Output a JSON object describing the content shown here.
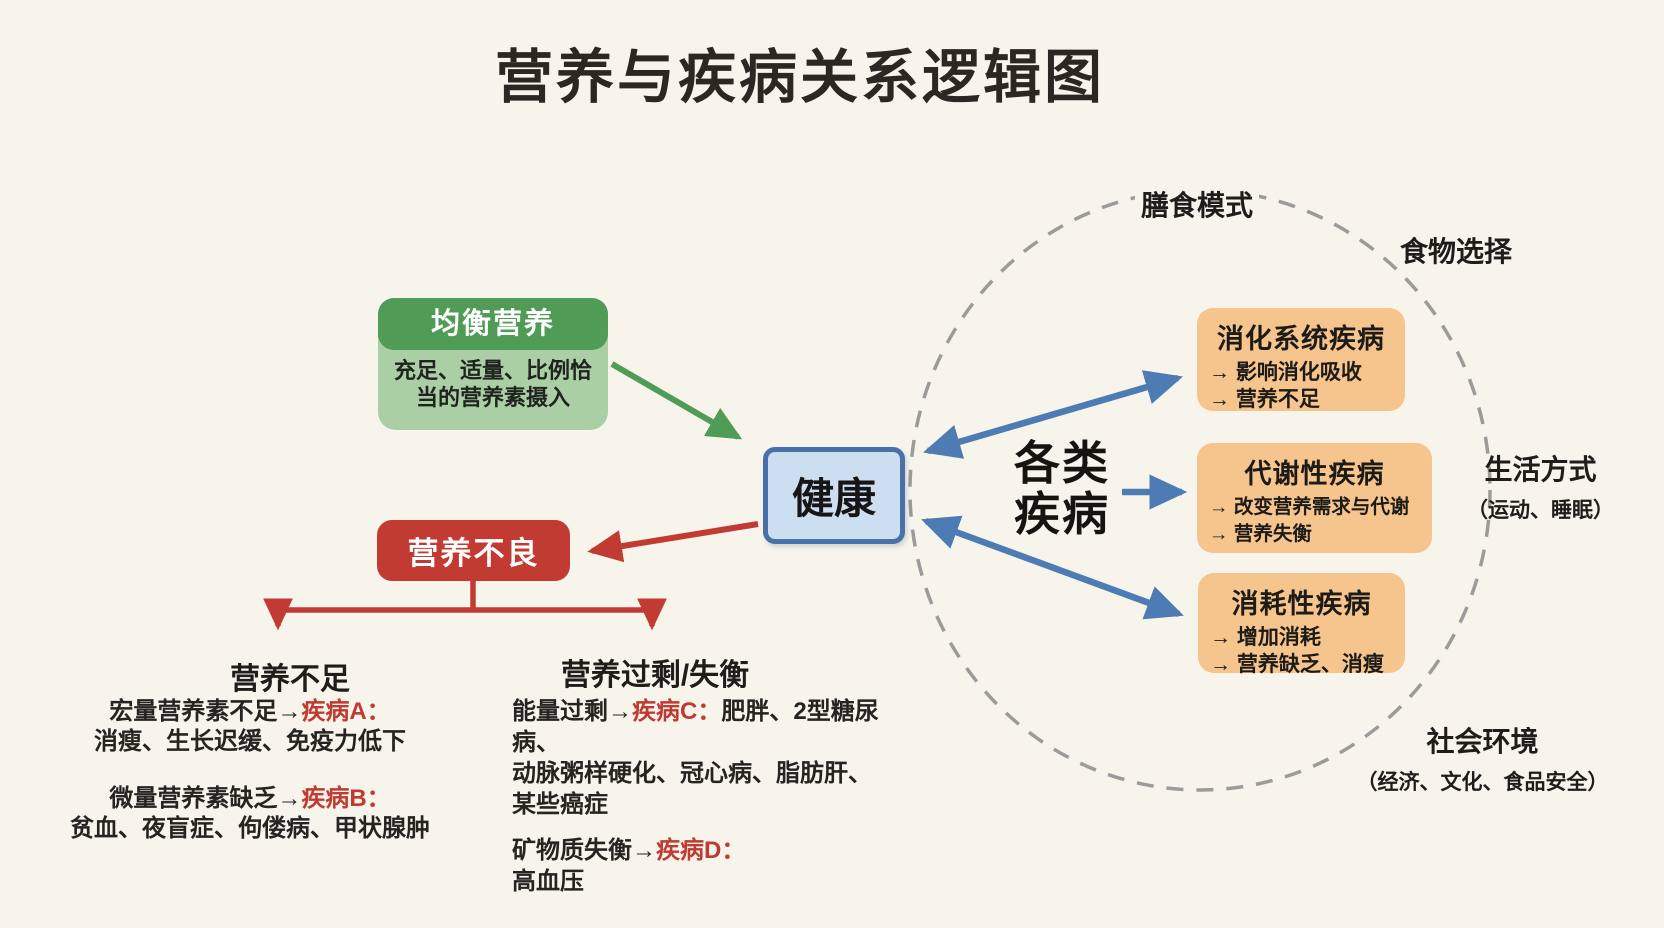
{
  "page": {
    "title": "营养与疾病关系逻辑图"
  },
  "colors": {
    "background": "#f7f4ec",
    "ink": "#262420",
    "green_dark": "#509c57",
    "green_light": "#abcfa4",
    "green_arrow": "#4e9c55",
    "health_fill": "#cddef1",
    "health_border": "#4a70a8",
    "red": "#c23b33",
    "red_text": "#bf3a30",
    "blue_arrow": "#4d7cb5",
    "orange_fill": "#f6c48d",
    "dash_gray": "#9b9b99"
  },
  "balanced_nutrition": {
    "header": "均衡营养",
    "body_line1": "充足、适量、比例恰",
    "body_line2": "当的营养素摄入"
  },
  "health": {
    "label": "健康"
  },
  "malnutrition": {
    "label": "营养不良"
  },
  "undernutrition": {
    "heading": "营养不足",
    "line1_prefix": "宏量营养素不足→",
    "line1_disease": "疾病A：",
    "line2": "消瘦、生长迟缓、免疫力低下",
    "line3_prefix": "微量营养素缺乏→",
    "line3_disease": "疾病B：",
    "line4": "贫血、夜盲症、佝偻病、甲状腺肿"
  },
  "overnutrition": {
    "heading": "营养过剩/失衡",
    "line1_prefix": "能量过剩→",
    "line1_disease": "疾病C：",
    "line1_suffix": "肥胖、2型糖尿病、",
    "line2": "动脉粥样硬化、冠心病、脂肪肝、",
    "line3": "某些癌症",
    "line4_prefix": "矿物质失衡→",
    "line4_disease": "疾病D：",
    "line5": "高血压"
  },
  "diseases_hub": {
    "line1": "各类",
    "line2": "疾病"
  },
  "disease_boxes": [
    {
      "title": "消化系统疾病",
      "effect1": "→ 影响消化吸收",
      "effect2": "→ 营养不足"
    },
    {
      "title": "代谢性疾病",
      "effect1": "→ 改变营养需求与代谢",
      "effect2": "→ 营养失衡"
    },
    {
      "title": "消耗性疾病",
      "effect1": "→ 增加消耗",
      "effect2": "→ 营养缺乏、消瘦"
    }
  ],
  "context": {
    "dietary_pattern": "膳食模式",
    "food_choice": "食物选择",
    "lifestyle": "生活方式",
    "lifestyle_detail": "（运动、睡眠）",
    "social_environment": "社会环境",
    "social_environment_detail": "（经济、文化、食品安全）"
  }
}
